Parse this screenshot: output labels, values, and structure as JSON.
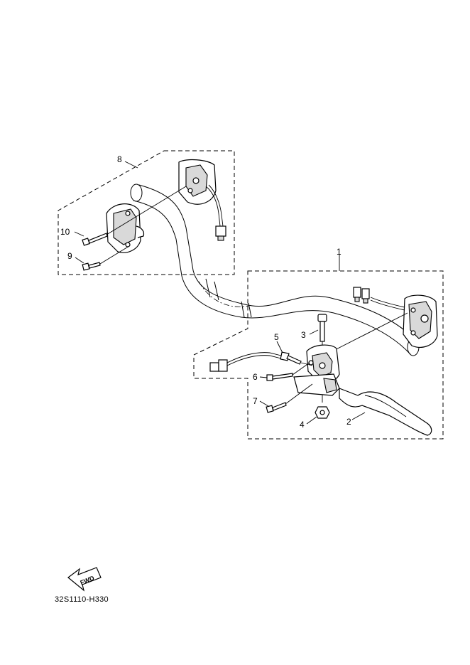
{
  "callouts": {
    "c1": "1",
    "c2": "2",
    "c3": "3",
    "c4": "4",
    "c5": "5",
    "c6": "6",
    "c7": "7",
    "c8": "8",
    "c9": "9",
    "c10": "10"
  },
  "fwd_label": "FWD",
  "drawing_code": "32S1110-H330"
}
